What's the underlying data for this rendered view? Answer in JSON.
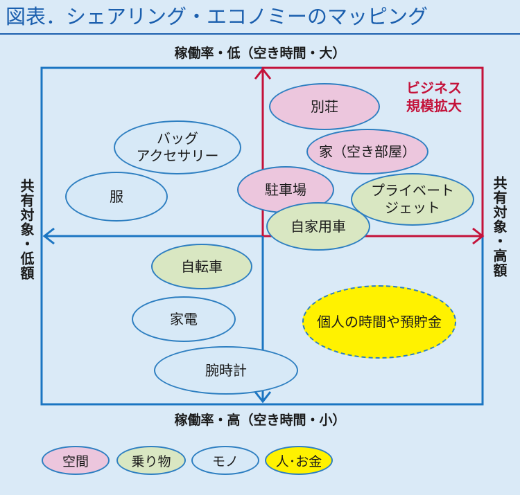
{
  "title": "図表．シェアリング・エコノミーのマッピング",
  "axes": {
    "top": "稼働率・低（空き時間・大）",
    "bottom": "稼働率・高（空き時間・小）",
    "left": "共有対象・低額",
    "right": "共有対象・高額"
  },
  "business_expansion": {
    "line1": "ビジネス",
    "line2": "規模拡大"
  },
  "items": {
    "villa": "別荘",
    "home_spare_room": "家（空き部屋）",
    "bags_line1": "バッグ",
    "bags_line2": "アクセサリー",
    "clothes": "服",
    "parking": "駐車場",
    "private_jet_line1": "プライベート",
    "private_jet_line2": "ジェット",
    "own_car": "自家用車",
    "bicycle": "自転車",
    "appliances": "家電",
    "watch": "腕時計",
    "personal_time_savings": "個人の時間や預貯金"
  },
  "legend": {
    "space": "空間",
    "vehicle": "乗り物",
    "thing": "モノ",
    "people_money": "人･お金"
  },
  "colors": {
    "space": "#ecc6dd",
    "vehicle": "#d9e7c2",
    "thing": "#d7e9f7",
    "people_money": "#fff200",
    "frame": "#1b75c2",
    "business_box": "#c4123a",
    "title": "#1b5fae"
  }
}
